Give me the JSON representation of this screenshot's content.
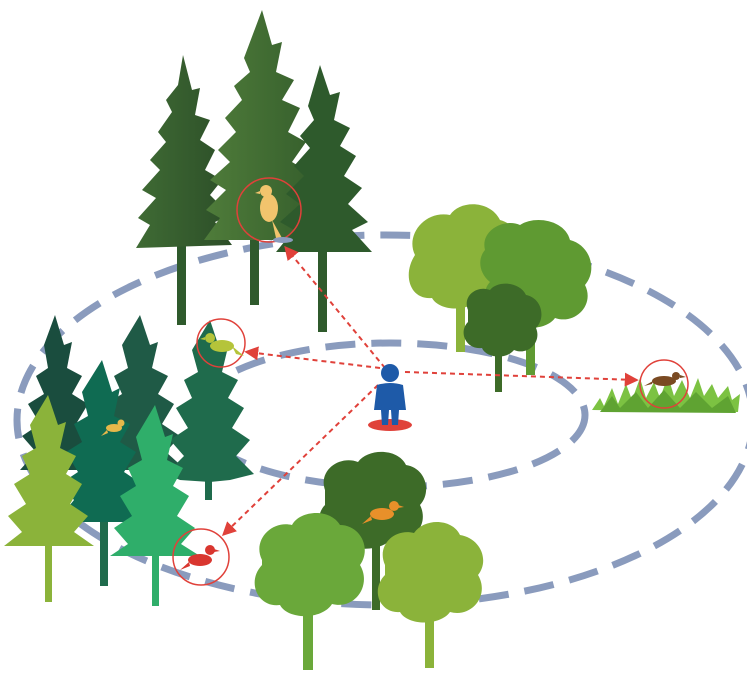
{
  "diagram": {
    "type": "bird point-count survey illustration",
    "colors": {
      "survey_ring": "#8a9bbd",
      "arrow": "#e0413a",
      "highlight_circle": "#e0413a",
      "observer_body": "#1e5aa8",
      "observer_base": "#e0413a",
      "conifer_dark": "#2f5a2c",
      "conifer_teal": "#1f6b4c",
      "broadleaf_light": "#8bb33a",
      "broadleaf_mid": "#5f9a32",
      "broadleaf_dark": "#3d6b28",
      "grass": "#7cc242"
    },
    "observer": {
      "icon": "person-icon"
    },
    "rings": [
      "inner-survey-ring",
      "outer-survey-ring"
    ],
    "birds": [
      {
        "id": "canopy-top",
        "color": "#f2c46d",
        "detected": true
      },
      {
        "id": "conifer-left",
        "color": "#b5c43a",
        "detected": true
      },
      {
        "id": "ground-grass",
        "color": "#7a4a22",
        "detected": true
      },
      {
        "id": "bottom-left",
        "color": "#d9362f",
        "detected": true
      },
      {
        "id": "broadleaf-center",
        "color": "#e8902a",
        "detected": false
      },
      {
        "id": "conifer-inner",
        "color": "#e6b84a",
        "detected": false
      }
    ]
  }
}
